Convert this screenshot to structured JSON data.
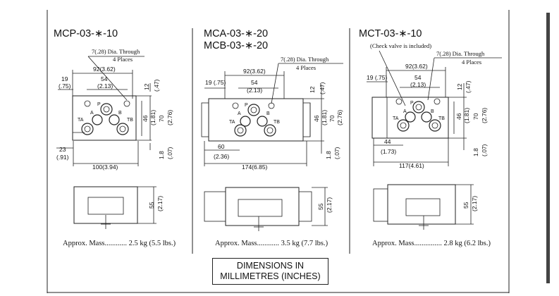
{
  "panels": [
    {
      "title_lines": [
        "MCP-03-∗-10"
      ],
      "note": "",
      "hole_label": "7(.28) Dia. Through",
      "hole_places": "4 Places",
      "dims": {
        "w_center": "92(3.62)",
        "w_ports": "54",
        "w_ports_in": "(2.13)",
        "left_off": "19",
        "left_off_in": "(.75)",
        "top_off": "12",
        "top_off_in": "(.47)",
        "h46": "46",
        "h46_in": "(1.81)",
        "h70": "70",
        "h70_in": "(2.76)",
        "h18": "1.8",
        "h18_in": "(.07)",
        "bottom_off": "23",
        "bottom_off_in": "(.91)",
        "overall": "100(3.94)",
        "side_h": "55",
        "side_h_in": "(2.17)"
      },
      "ports": {
        "p": "P",
        "a": "A",
        "b": "B",
        "ta": "TA",
        "tb": "TB"
      },
      "mass_text": "Approx. Mass............ 2.5 kg (5.5 lbs.)"
    },
    {
      "title_lines": [
        "MCA-03-∗-20",
        "MCB-03-∗-20"
      ],
      "note": "",
      "hole_label": "7(.28) Dia. Through",
      "hole_places": "4 Places",
      "dims": {
        "w_center": "92(3.62)",
        "w_ports": "54",
        "w_ports_in": "(2.13)",
        "left_off": "19 (.75)",
        "top_off": "12",
        "top_off_in": "(.47)",
        "h46": "46",
        "h46_in": "(1.81)",
        "h70": "70",
        "h70_in": "(2.76)",
        "h18": "1.8",
        "h18_in": "(.07)",
        "bottom_off": "60",
        "bottom_off_in": "(2.36)",
        "overall": "174(6.85)",
        "side_h": "55",
        "side_h_in": "(2.17)"
      },
      "ports": {
        "p": "P",
        "a": "A",
        "b": "B",
        "ta": "TA",
        "tb": "TB"
      },
      "mass_text": "Approx. Mass............ 3.5 kg (7.7 lbs.)"
    },
    {
      "title_lines": [
        "MCT-03-∗-10"
      ],
      "note": "(Check valve is included)",
      "hole_label": "7(.28) Dia. Through",
      "hole_places": "4 Places",
      "dims": {
        "w_center": "92(3.62)",
        "w_ports": "54",
        "w_ports_in": "(2.13)",
        "left_off": "19 (.75)",
        "top_off": "12",
        "top_off_in": "(.47)",
        "h46": "46",
        "h46_in": "(1.81)",
        "h70": "70",
        "h70_in": "(2.76)",
        "h18": "1.8",
        "h18_in": "(.07)",
        "bottom_off": "44",
        "bottom_off_in": "(1.73)",
        "overall": "117(4.61)",
        "side_h": "55",
        "side_h_in": "(2.17)"
      },
      "ports": {
        "p": "P",
        "a": "A",
        "b": "B",
        "ta": "TA",
        "tb": "TB"
      },
      "mass_text": "Approx. Mass............... 2.8 kg (6.2 lbs.)"
    }
  ],
  "units_box": [
    "DIMENSIONS IN",
    "MILLIMETRES (INCHES)"
  ]
}
